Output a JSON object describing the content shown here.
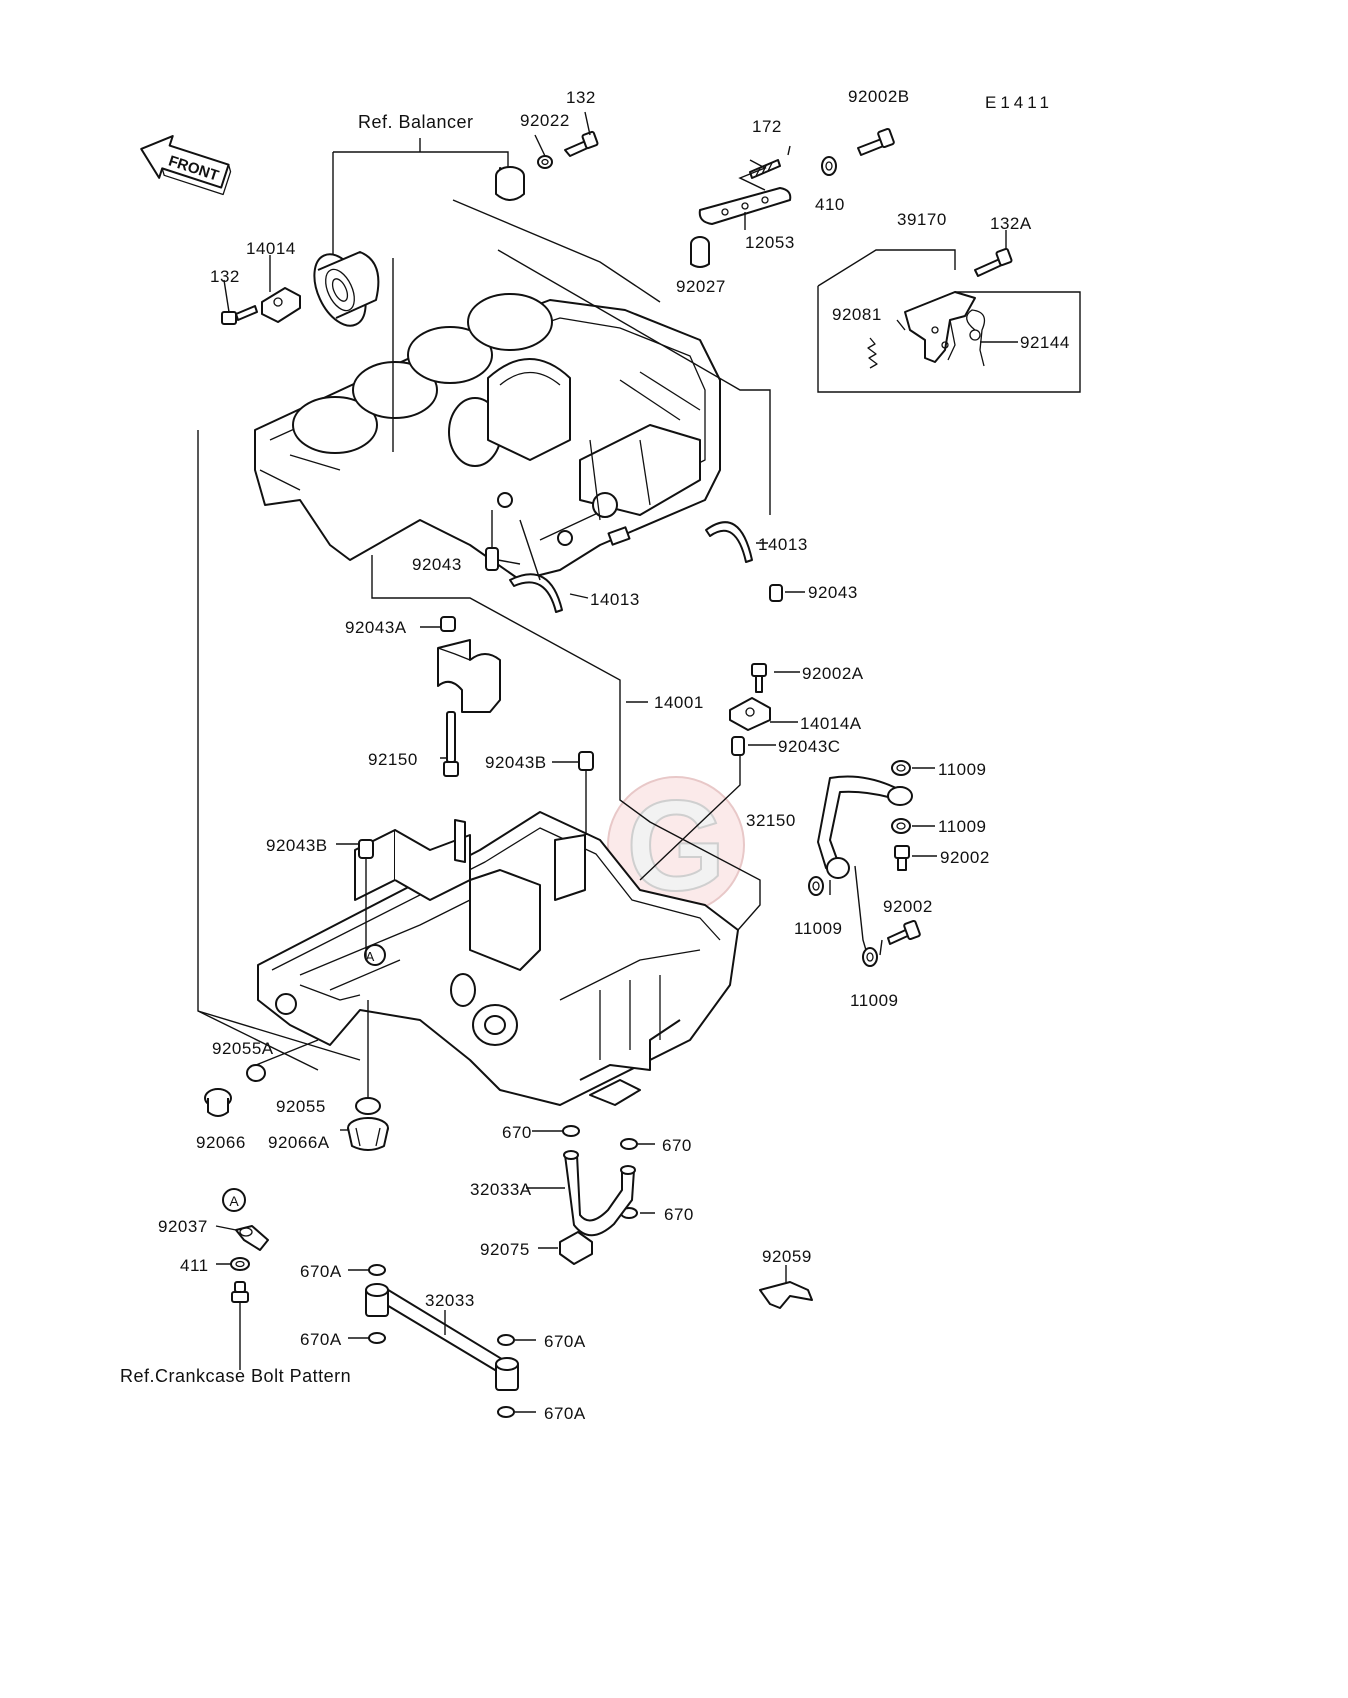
{
  "diagram_code": "E1411",
  "front_label": "FRONT",
  "ref_balancer": "Ref. Balancer",
  "ref_crankcase": "Ref.Crankcase Bolt Pattern",
  "marker_a": "A",
  "colors": {
    "ink": "#111111",
    "watermark": "#c0392b"
  },
  "parts": {
    "p132_top": "132",
    "p92022": "92022",
    "p172": "172",
    "p92002B": "92002B",
    "p410": "410",
    "p12053": "12053",
    "p92027": "92027",
    "p39170": "39170",
    "p132A": "132A",
    "p92081": "92081",
    "p92144": "92144",
    "p14014": "14014",
    "p132_left": "132",
    "p92043_a": "92043",
    "p14013_a": "14013",
    "p14013_b": "14013",
    "p92043_b": "92043",
    "p92043A": "92043A",
    "p92002A": "92002A",
    "p14001": "14001",
    "p14014A": "14014A",
    "p92043C": "92043C",
    "p92150": "92150",
    "p92043B_a": "92043B",
    "p11009_a": "11009",
    "p32150": "32150",
    "p11009_b": "11009",
    "p92002_a": "92002",
    "p92043B_b": "92043B",
    "p92002_b": "92002",
    "p11009_c": "11009",
    "p11009_d": "11009",
    "p92055A": "92055A",
    "p92055": "92055",
    "p92066": "92066",
    "p92066A": "92066A",
    "p670_a": "670",
    "p670_b": "670",
    "p32033A": "32033A",
    "p670_c": "670",
    "p92075": "92075",
    "p92037": "92037",
    "p411": "411",
    "p670A_a": "670A",
    "p32033": "32033",
    "p670A_b": "670A",
    "p670A_c": "670A",
    "p670A_d": "670A",
    "p92059": "92059"
  }
}
